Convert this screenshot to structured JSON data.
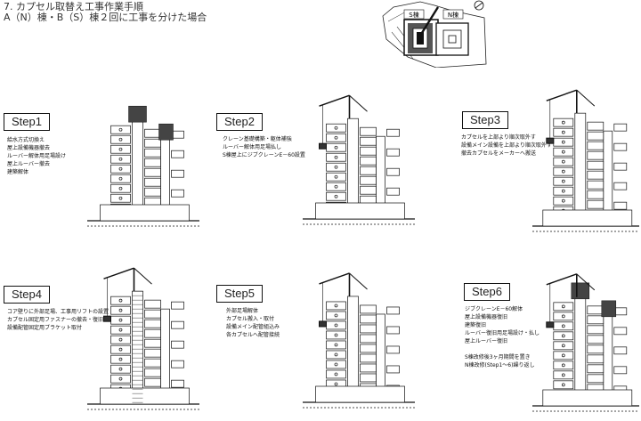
{
  "header": {
    "line1": "7. カプセル取替え工事作業手順",
    "line2": "A（N）棟・B（S）棟２回に工事を分けた場合"
  },
  "plan": {
    "s_label": "S棟",
    "n_label": "N棟"
  },
  "steps": [
    {
      "label": "Step1",
      "notes": [
        "給水方式切換え",
        "屋上設備機器撤去",
        "ルーバー解体用足場設け",
        "屋上ルーバー撤去",
        "建築解体"
      ]
    },
    {
      "label": "Step2",
      "notes": [
        "クレーン基礎構築・躯体補強",
        "ルーバー解体用足場払し",
        "S棟屋上にジブクレーンE－60設置"
      ]
    },
    {
      "label": "Step3",
      "notes": [
        "カプセルを上部より順次取外す",
        "設備メイン設備を上部より順次取外す",
        "撤去カプセルをメーカーへ搬送"
      ]
    },
    {
      "label": "Step4",
      "notes": [
        "コア壁りに外部足場、工事用リフトの設置",
        "カプセル固定用ファスナーの撤去・復旧",
        "設備配管固定用ブラケット取付"
      ]
    },
    {
      "label": "Step5",
      "notes": [
        "外部足場解体",
        "カプセル搬入・取付",
        "設備メイン配管組込み",
        "各カプセルへ配管接続"
      ]
    },
    {
      "label": "Step6",
      "notes": [
        "ジブクレーンE－60解体",
        "屋上設備機器復旧",
        "建築復旧",
        "ルーバー復旧用足場設け・払し",
        "屋上ルーバー復旧",
        "",
        "S棟改修後3ヶ月期間を置き",
        "N棟改修(Step1～6)繰り返し"
      ]
    }
  ]
}
